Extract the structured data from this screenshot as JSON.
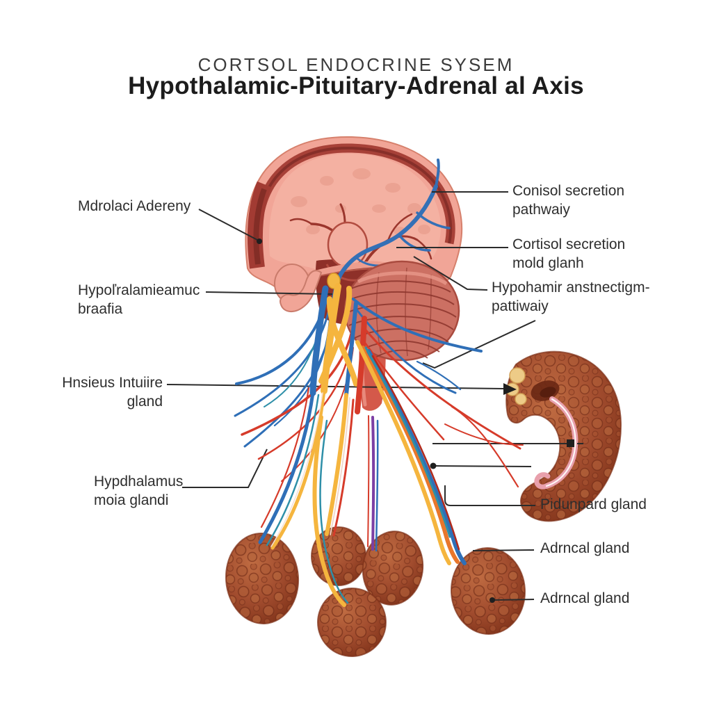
{
  "title": {
    "eyebrow": "CORTSOL ENDOCRINE SYSEM",
    "main": "Hypothalamic-Pituitary-Adrenal al Axis"
  },
  "labels": {
    "brain_band": {
      "lines": [
        "Mdrolaci Adereny"
      ]
    },
    "hypothalamic_region": {
      "lines": [
        "Hypoľralamieamuc",
        "braafia"
      ]
    },
    "pituitary_gland_left": {
      "lines": [
        "Hnsieus Intuiire",
        "gland"
      ]
    },
    "hypothalamus_gland": {
      "lines": [
        "Hypdhalamus",
        "moia glandi"
      ]
    },
    "cortisol_pathway": {
      "lines": [
        "Conisol secretion",
        "pathwaiy"
      ]
    },
    "cortisol_gland": {
      "lines": [
        "Cortisol secretion",
        "mold glanh"
      ]
    },
    "hypothalamic_pathway": {
      "lines": [
        "Hypohamir anstnectigm-",
        "pattiwaiy"
      ]
    },
    "pituitary_gland_right": {
      "lines": [
        "Pidunpard gland"
      ]
    },
    "adrenal_gland_1": {
      "lines": [
        "Adrncal gland"
      ]
    },
    "adrenal_gland_2": {
      "lines": [
        "Adrncal gland"
      ]
    }
  },
  "illustration_parts": [
    "brain-sagittal-section",
    "cerebellum",
    "brainstem",
    "pituitary-dot",
    "nerve-fiber-bundle",
    "c-shaped-gland",
    "round-gland-1",
    "round-gland-2",
    "round-gland-3",
    "round-gland-4",
    "round-gland-5"
  ],
  "palette": {
    "fiber_blue": "#2F6FB7",
    "fiber_yellow": "#F5B53E",
    "fiber_red": "#D63B2A",
    "fiber_purple": "#7C3FA4",
    "gland_brown": "#A14C2E",
    "brain_pink": "#F2A89A",
    "brain_dark_red": "#A23B33",
    "leader_line": "#2B2B2B"
  }
}
